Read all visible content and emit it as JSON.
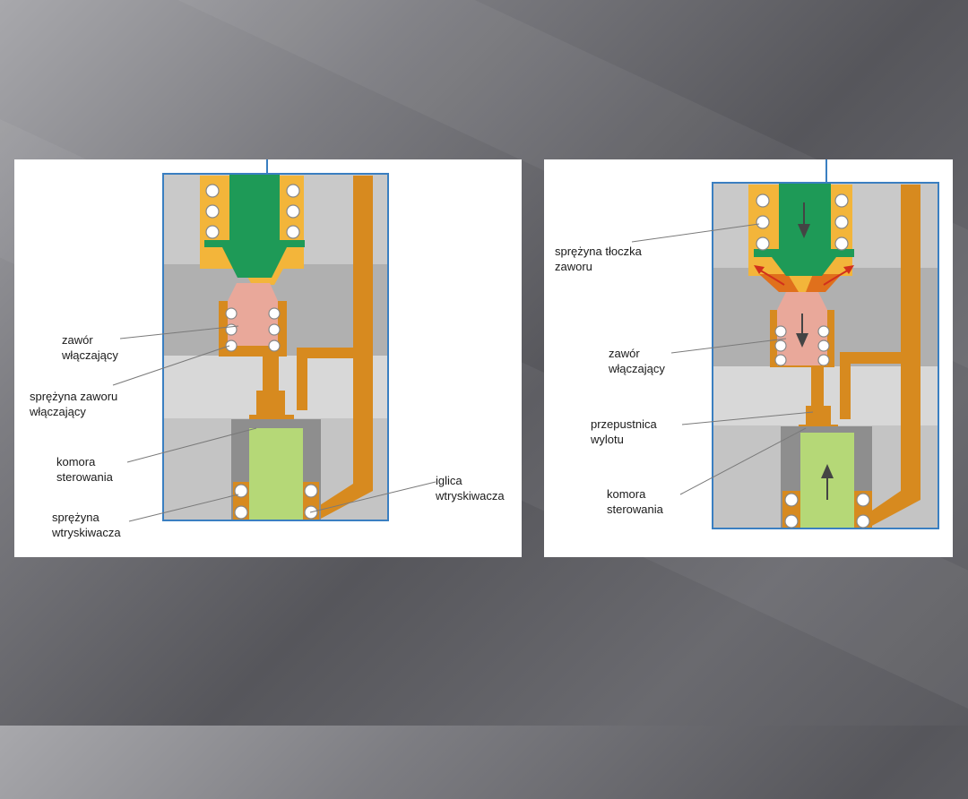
{
  "left_diagram": {
    "labels": {
      "zawor_wlaczajacy": "zawór\nwłączający",
      "sprezyna_zaworu": "sprężyna zaworu\nwłączający",
      "komora": "komora\nsterowania",
      "sprezyna_wtryskiwacza": "sprężyna\nwtryskiwacza",
      "iglica": "iglica\nwtryskiwacza"
    }
  },
  "right_diagram": {
    "labels": {
      "sprezyna_tloczka": "sprężyna tłoczka\nzaworu",
      "zawor_wlaczajacy": "zawór\nwłączający",
      "przepustnica": "przepustnica\nwylotu",
      "komora": "komora\nsterowania"
    }
  },
  "colors": {
    "frame": "#3a7fc1",
    "body_gray": "#b5b5b5",
    "body_light": "#d6d6d6",
    "fuel_orange": "#d78a1f",
    "fuel_yellow": "#f3b53a",
    "plunger_green": "#1e9a57",
    "valve_pink": "#e9a89a",
    "needle_green": "#b5d877",
    "arrow_red": "#d2301c"
  }
}
